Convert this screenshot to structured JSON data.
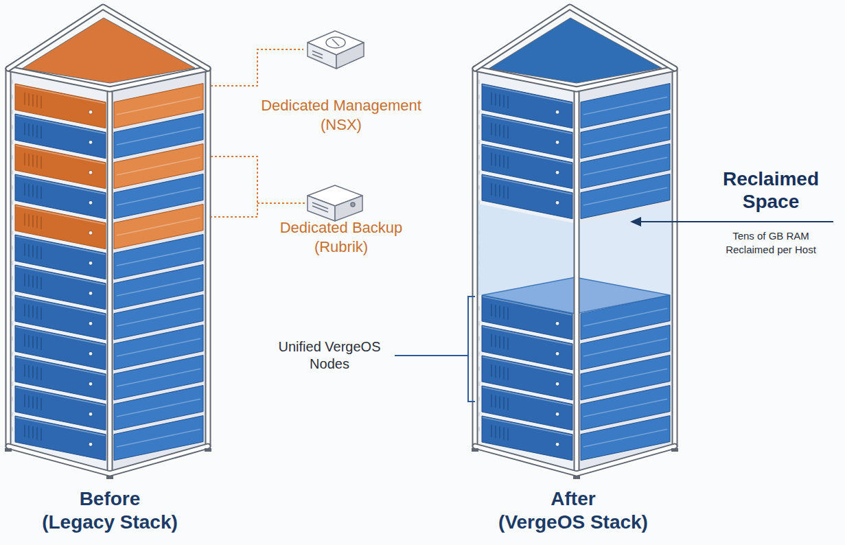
{
  "diagram": {
    "nodes": [
      {
        "text": [
          "Before (Legacy Stack)"
        ]
      },
      {
        "text": [
          "After (VergeOS Stack)"
        ]
      }
    ],
    "labels": [
      "Dedicated Management (NSX)",
      "Dedicated Backup (Rubrik)",
      "Unified VergeOS Nodes",
      "Reclaimed Space",
      "Tens of GB RAM Reclaimed per Host"
    ]
  }
}
